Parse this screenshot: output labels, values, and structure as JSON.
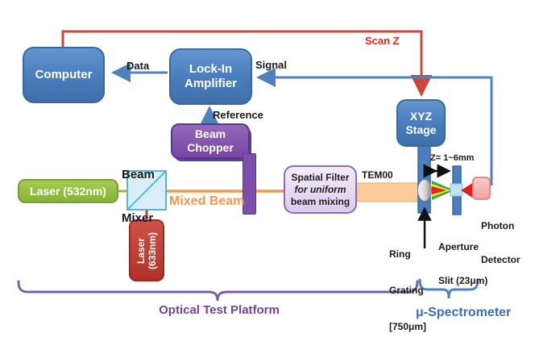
{
  "boxes": {
    "computer": {
      "label": "Computer"
    },
    "lock_in_amplifier": {
      "lines": [
        "Lock-In",
        "Amplifier"
      ]
    },
    "beam_chopper": {
      "lines": [
        "Beam",
        "Chopper"
      ]
    },
    "xyz_stage": {
      "lines": [
        "XYZ",
        "Stage"
      ]
    },
    "laser_532": {
      "label": "Laser (532nm)"
    },
    "laser_633": {
      "lines": [
        "Laser",
        "(633nm)"
      ]
    },
    "spatial_filter": {
      "lines": [
        "Spatial Filter",
        "for uniform",
        "beam mixing"
      ]
    }
  },
  "connections": {
    "data": "Data",
    "signal": "Signal",
    "scan_z": "Scan Z",
    "reference": "Reference",
    "mixed_beam": "Mixed Beam",
    "tem00": "TEM00",
    "z_range": "Z= 1~6mm"
  },
  "components": {
    "beam_mixer": {
      "lines": [
        "Beam",
        "Mixer"
      ]
    },
    "ring_grating": {
      "lines": [
        "Ring",
        "Grating",
        "[750μm]"
      ]
    },
    "aperture_slit": {
      "lines": [
        "Aperture",
        "Slit (23μm)"
      ]
    },
    "photon_detector": {
      "lines": [
        "Photon",
        "Detector"
      ]
    }
  },
  "sections": {
    "optical_test_platform": "Optical Test Platform",
    "micro_spectrometer": "μ-Spectrometer"
  },
  "colors": {
    "box_blue": "#4A7EBD",
    "purple": "#7A4FA8",
    "laser_green": "#8CBF3F",
    "laser_red": "#C0392B",
    "beam_orange": "#F79646",
    "line_blue": "#4F81BD",
    "line_red": "#C9473F",
    "scan_z_text_red": "#E8251A",
    "lavender": "#E8DDF2",
    "brace_purple": "#7B5EA7",
    "brace_blue": "#4F81BD"
  }
}
